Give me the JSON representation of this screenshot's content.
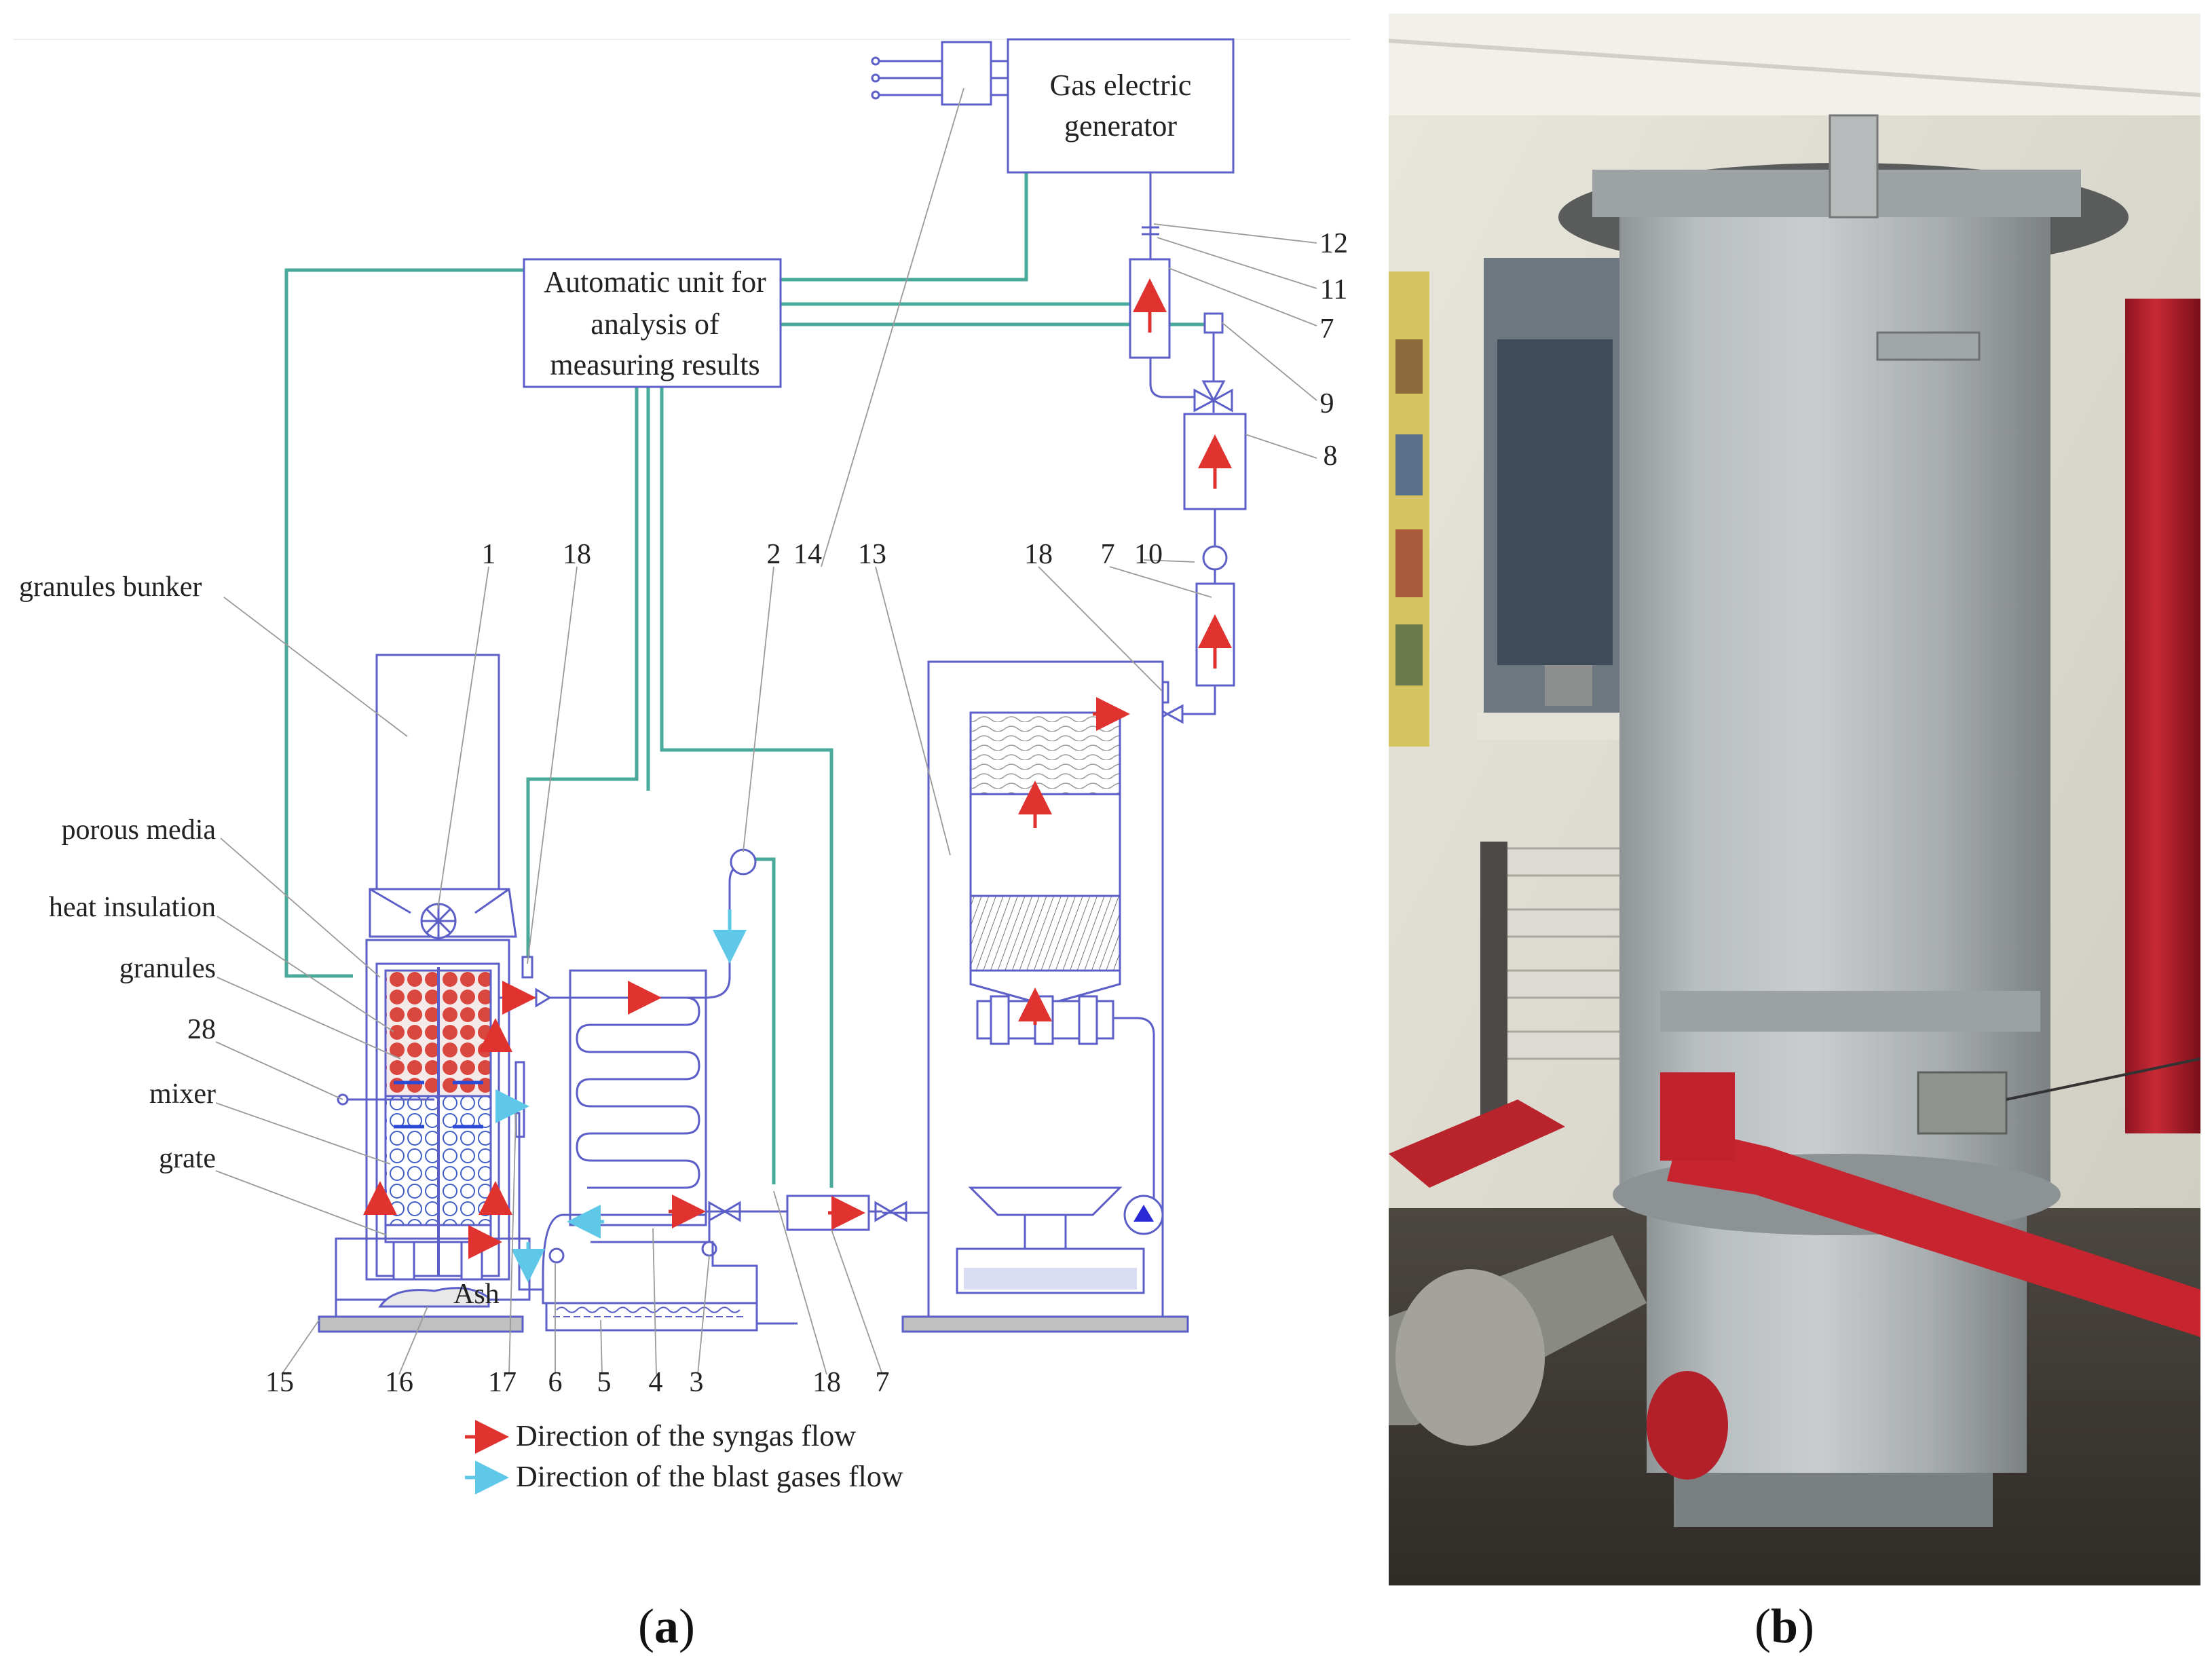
{
  "panel_a": {
    "boxes": {
      "generator": [
        "Gas electric",
        "generator"
      ],
      "analysis": [
        "Automatic unit for",
        "analysis of",
        "measuring results"
      ]
    },
    "side_labels": {
      "bunker": "granules bunker",
      "porous": "porous media",
      "insulation": "heat insulation",
      "granules": "granules",
      "n28": "28",
      "mixer": "mixer",
      "grate": "grate"
    },
    "inner_label": "Ash",
    "numbers": {
      "n12": "12",
      "n11": "11",
      "n7a": "7",
      "n9": "9",
      "n8": "8",
      "n1": "1",
      "n18a": "18",
      "n2": "2",
      "n14": "14",
      "n13": "13",
      "n18b": "18",
      "n7b": "7",
      "n10": "10",
      "n15": "15",
      "n16": "16",
      "n17": "17",
      "n6": "6",
      "n5": "5",
      "n4": "4",
      "n3": "3",
      "n18c": "18",
      "n7c": "7"
    },
    "legend": {
      "syngas": "Direction of the syngas flow",
      "blast": "Direction of the blast gases flow"
    },
    "caption_letter": "a"
  },
  "panel_b": {
    "caption_letter": "b"
  },
  "colors": {
    "line": "#5b5fc7",
    "signal": "#49a99a",
    "syngas": "#e0332f",
    "blast": "#5fc8e8",
    "granule_hot": "#d9473e",
    "granule_cold": "#3f5fc6"
  }
}
